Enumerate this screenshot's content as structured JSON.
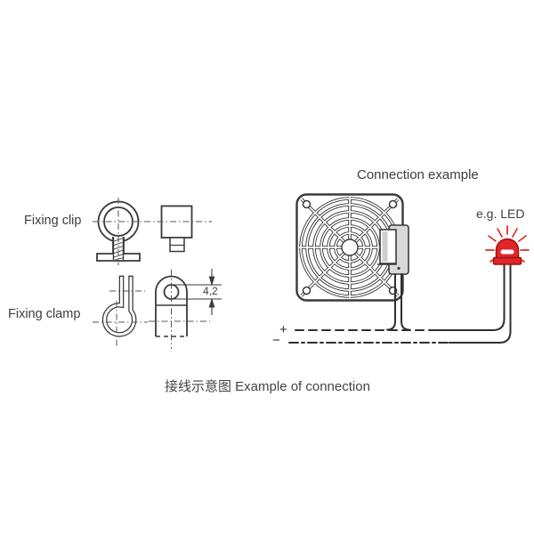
{
  "title": {
    "connection_example": "Connection example"
  },
  "labels": {
    "fixing_clip": "Fixing clip",
    "fixing_clamp": "Fixing clamp",
    "eg_led": "e.g. LED",
    "dimension_value": "4,2",
    "plus": "+",
    "minus": "−",
    "caption": "接线示意图 Example of connection"
  },
  "colors": {
    "line": "#3a3a3a",
    "center_line": "#555555",
    "text": "#3d3d3d",
    "led_red": "#e32528",
    "led_dark_red": "#9b1313",
    "ray_red": "#dd2b2b",
    "connector_gray": "#d9d9d9",
    "background": "#ffffff"
  }
}
